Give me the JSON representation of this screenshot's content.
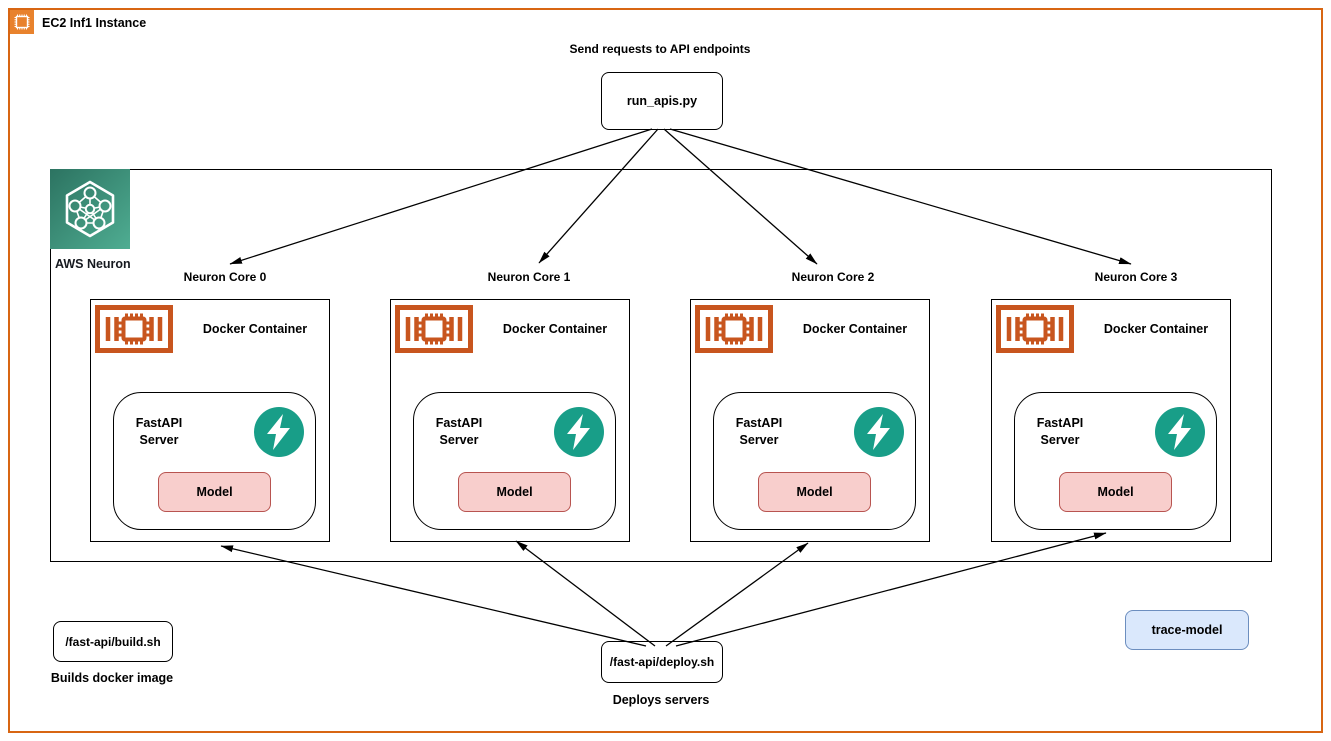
{
  "title": "EC2 Inf1 Instance",
  "top_caption": "Send requests to API endpoints",
  "run_apis_label": "run_apis.py",
  "aws_neuron_label": "AWS Neuron",
  "cores": [
    {
      "label": "Neuron Core 0"
    },
    {
      "label": "Neuron Core 1"
    },
    {
      "label": "Neuron Core 2"
    },
    {
      "label": "Neuron Core 3"
    }
  ],
  "container": {
    "title": "Docker Container",
    "fastapi_line1": "FastAPI",
    "fastapi_line2": "Server",
    "model_label": "Model"
  },
  "build": {
    "box_label": "/fast-api/build.sh",
    "caption": "Builds docker image"
  },
  "deploy": {
    "box_label": "/fast-api/deploy.sh",
    "caption": "Deploys servers"
  },
  "trace_model_label": "trace-model",
  "icons": {
    "ec2": "ec2-chip-icon",
    "neuron_chip": "neuron-chip-icon",
    "aws_neuron_logo": "aws-neuron-logo",
    "fastapi": "fastapi-lightning-icon"
  },
  "colors": {
    "ec2_orange": "#D86613",
    "chip_icon_orange": "#C8551E",
    "fastapi_teal": "#189E88",
    "neuron_teal_dark": "#2C7361",
    "neuron_teal_light": "#4FAD92",
    "model_fill": "#F8CECC",
    "model_stroke": "#B85450",
    "trace_fill": "#DAE8FC",
    "trace_stroke": "#6C8EBF"
  }
}
